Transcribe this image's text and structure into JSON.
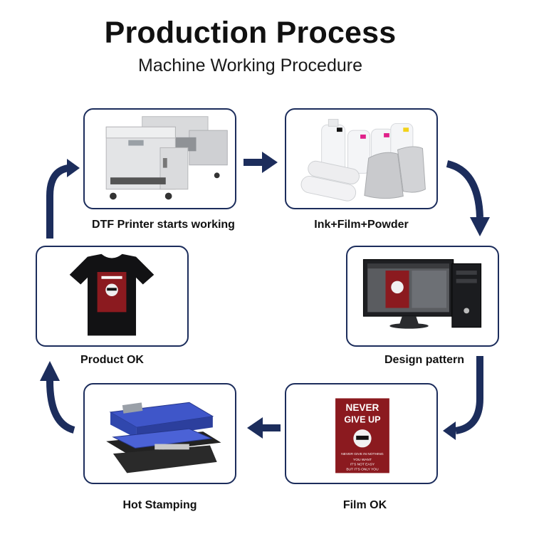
{
  "header": {
    "title": "Production Process",
    "subtitle": "Machine Working Procedure"
  },
  "steps": [
    {
      "label": "DTF Printer starts working"
    },
    {
      "label": "Ink+Film+Powder"
    },
    {
      "label": "Design pattern"
    },
    {
      "label": "Film OK"
    },
    {
      "label": "Hot Stamping"
    },
    {
      "label": "Product OK"
    }
  ],
  "artwork": {
    "lines": [
      "NEVER",
      "GIVE UP",
      "NEVER GIVE IN NOTHING",
      "YOU WANT",
      "IT'S NOT EASY",
      "BUT IT'S ONLY YOU"
    ]
  },
  "colors": {
    "accent": "#1c2d5c",
    "print_red": "#8b1a1f"
  }
}
